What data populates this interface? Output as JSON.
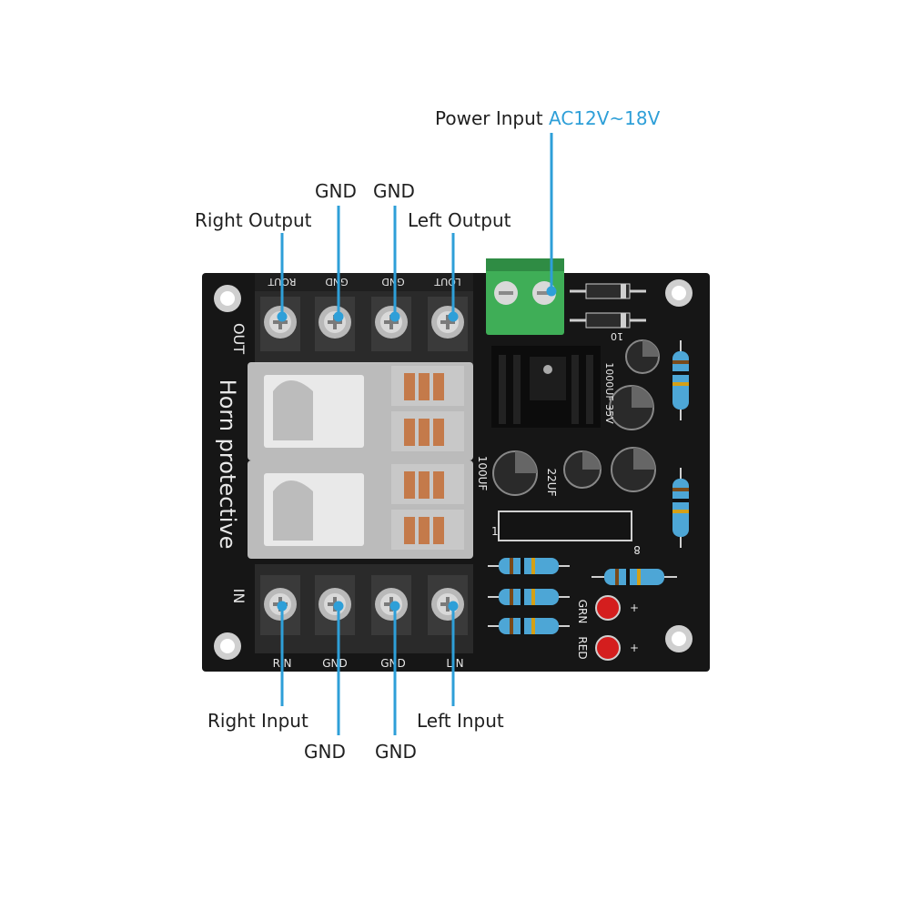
{
  "callouts": {
    "power_input": {
      "label": "Power Input",
      "spec": "AC12V~18V"
    },
    "gnd_out_1": "GND",
    "gnd_out_2": "GND",
    "right_output": "Right Output",
    "left_output": "Left Output",
    "right_input": "Right Input",
    "left_input": "Left Input",
    "gnd_in_1": "GND",
    "gnd_in_2": "GND"
  },
  "board": {
    "title": "Horn protective",
    "section_out": "OUT",
    "section_in": "IN",
    "terminals_top": [
      "ROUT",
      "GND",
      "GND",
      "LOUT"
    ],
    "terminals_bottom": [
      "RIN",
      "GND",
      "GND",
      "LIN"
    ],
    "cap_labels": {
      "c1": "100UF",
      "c2": "22UF",
      "c3": "1000UF 35V"
    },
    "ic_pin_1": "1",
    "ic_pin_8": "8",
    "led_labels": {
      "grn": "GRN",
      "red": "RED"
    },
    "plus": "+",
    "misc_10": "10"
  },
  "colors": {
    "accent": "#2e9fd8",
    "board": "#161616",
    "terminal_block": "#2a2a2a",
    "power_terminal": "#3fae57",
    "resistor": "#4da6d6",
    "led": "#d41e1e",
    "pointer": "#2e9fd8"
  }
}
